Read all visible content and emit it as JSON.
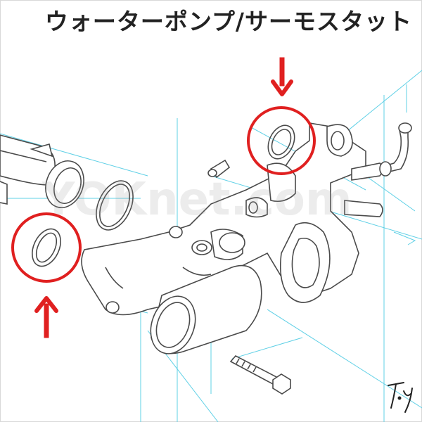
{
  "title": "ウォーターポンプ/サーモスタット",
  "watermark": "YOKnet.com",
  "signature": "T·y",
  "colors": {
    "line": "#4a4a4a",
    "guide": "#5fd0e6",
    "highlight": "#e02020",
    "title": "#222222"
  },
  "icons": [
    "arrow-down-icon",
    "arrow-up-icon"
  ]
}
